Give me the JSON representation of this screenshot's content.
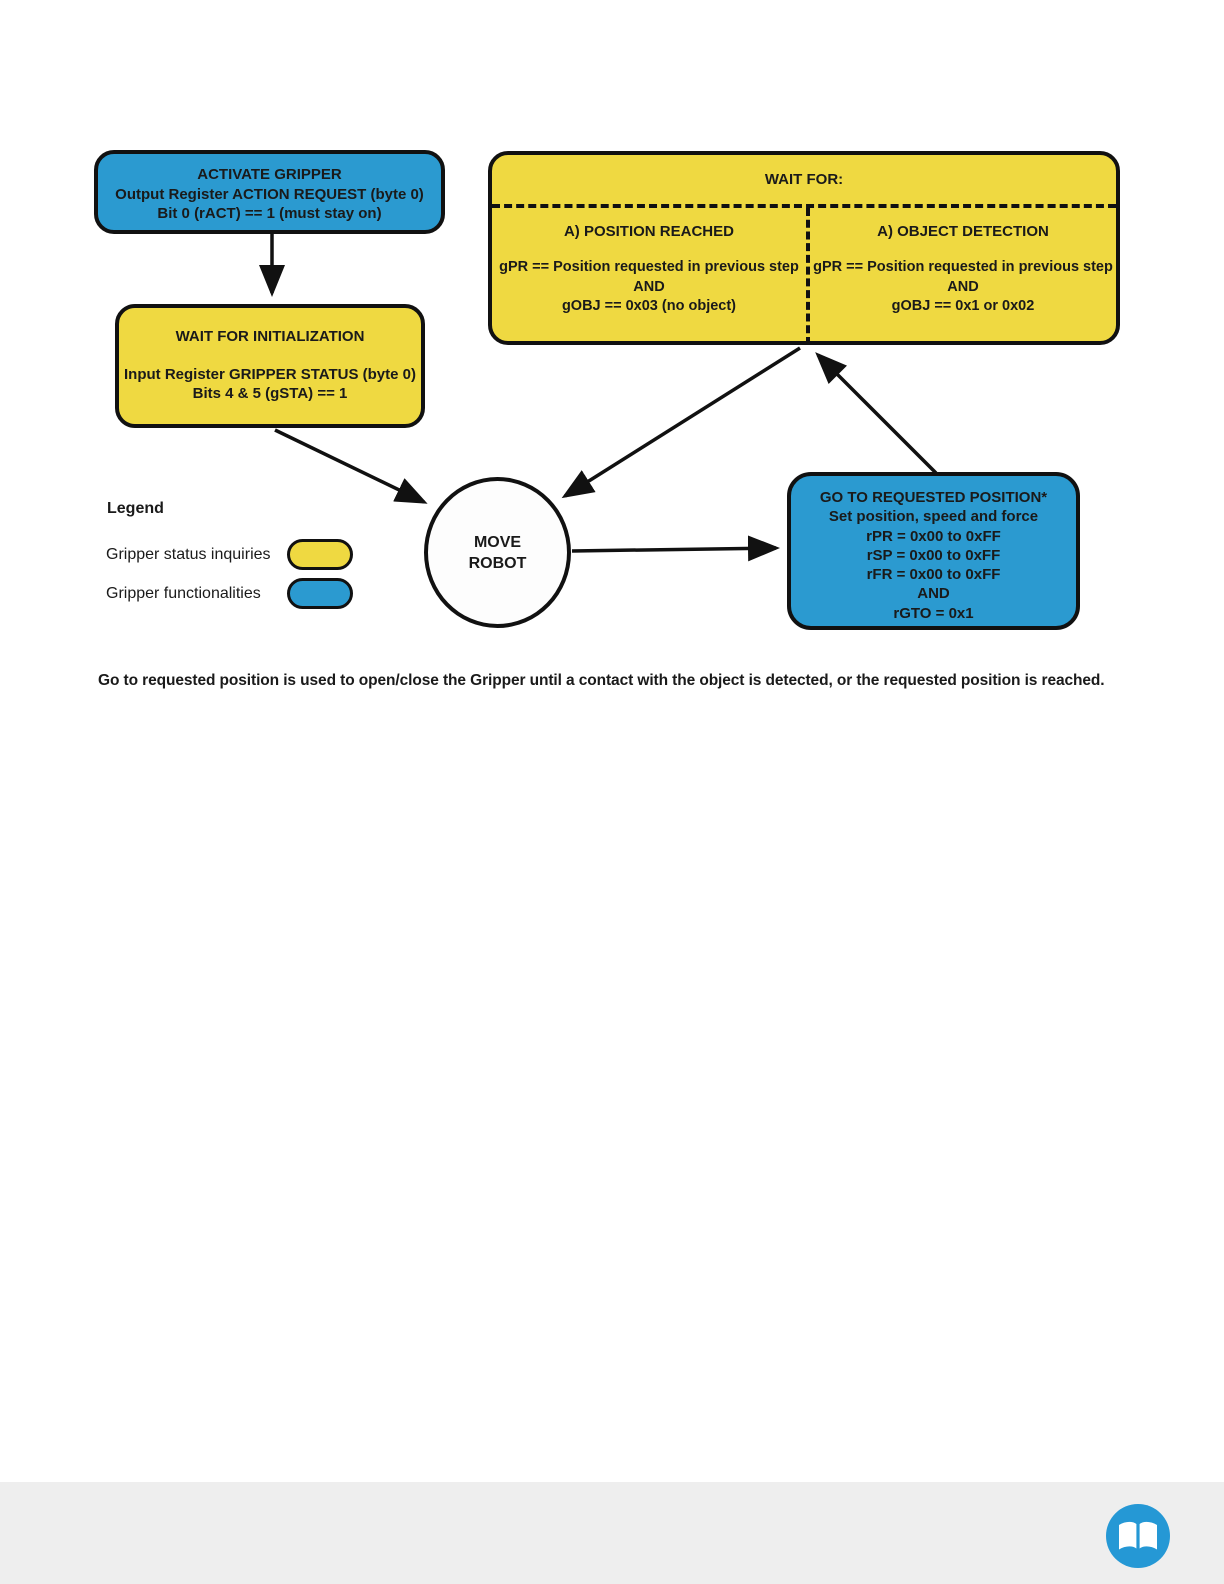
{
  "activate_box": {
    "lines": [
      "ACTIVATE GRIPPER",
      "Output Register ACTION REQUEST (byte 0)",
      "Bit 0 (rACT) == 1 (must stay on)"
    ]
  },
  "wait_for_box": {
    "title": "WAIT FOR:",
    "columns": [
      {
        "header": "A) POSITION REACHED",
        "lines": [
          "gPR == Position requested in previous step",
          "AND",
          "gOBJ == 0x03 (no object)"
        ]
      },
      {
        "header": "A) OBJECT DETECTION",
        "lines": [
          "gPR == Position requested in previous step",
          "AND",
          "gOBJ == 0x1 or 0x02"
        ]
      }
    ]
  },
  "wait_init_box": {
    "lines": [
      "WAIT FOR INITIALIZATION",
      "Input Register GRIPPER STATUS (byte 0)",
      "Bits 4 & 5 (gSTA) == 1"
    ]
  },
  "move_robot_circle": {
    "lines": [
      "MOVE",
      "ROBOT"
    ]
  },
  "goto_box": {
    "lines": [
      "GO TO REQUESTED POSITION*",
      "Set position, speed and force",
      "rPR = 0x00 to 0xFF",
      "rSP = 0x00 to 0xFF",
      "rFR = 0x00 to 0xFF",
      "AND",
      "rGTO = 0x1"
    ]
  },
  "legend": {
    "title": "Legend",
    "items": [
      {
        "label": "Gripper status inquiries",
        "swatch_color": "#EFD941"
      },
      {
        "label": "Gripper functionalities",
        "swatch_color": "#2B9AD0"
      }
    ]
  },
  "footnote": "Go to requested position is used to open/close the Gripper until a contact with the object is detected, or the requested position is reached.",
  "footer": {
    "help_icon": "open-book-icon"
  },
  "colors": {
    "status_inquiry_yellow": "#EFD941",
    "functionality_blue": "#2B9AD0",
    "outline_black": "#111111",
    "footer_band_gray": "#EEEEEE"
  }
}
